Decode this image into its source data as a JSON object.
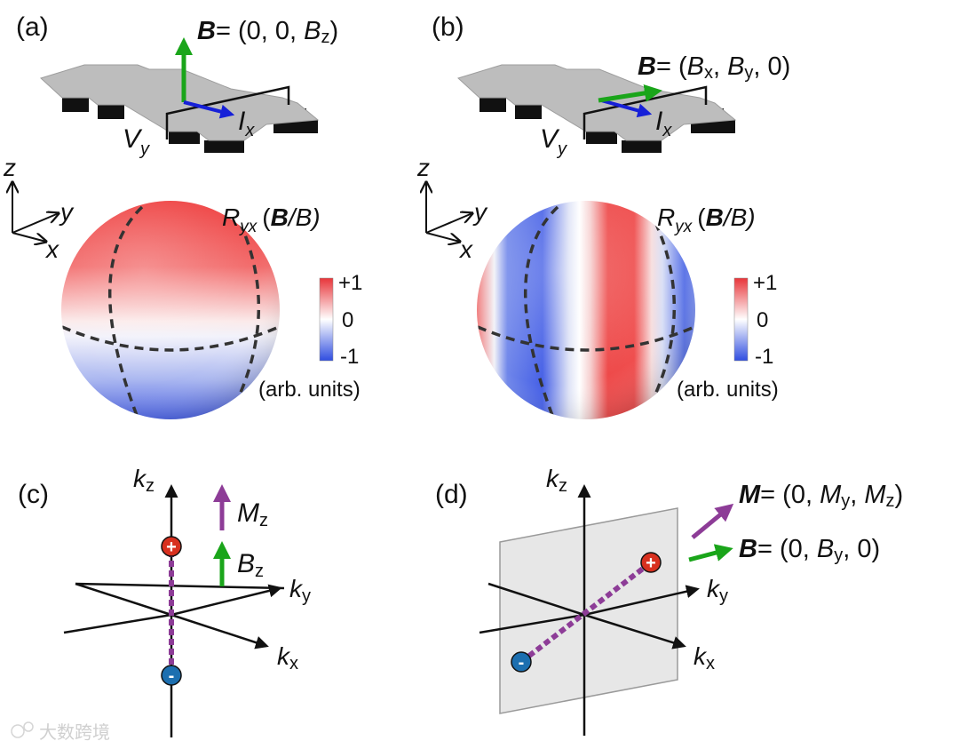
{
  "colors": {
    "red": "#e8353a",
    "blue": "#3b57e0",
    "green": "#1aa51a",
    "arrow_blue": "#1620d8",
    "purple": "#8d3c97",
    "device_gray": "#bdbdbd",
    "plane_gray": "#e3e3e3",
    "plus_red": "#d8301f",
    "minus_blue": "#1c6fb0"
  },
  "panel_a": {
    "label": "(a)",
    "field_B": "B",
    "field_eq": "= (0, 0, ",
    "field_Bz": "B",
    "field_Bz_sub": "z",
    "field_close": ")",
    "Vy": "V",
    "Vy_sub": "y",
    "Ix": "I",
    "Ix_sub": "x",
    "axis_z": "z",
    "axis_y": "y",
    "axis_x": "x",
    "sphere_title_R": "R",
    "sphere_title_sub": "yx",
    "sphere_title_paren": "(",
    "sphere_title_B": "B",
    "sphere_title_rest": "/B)",
    "colorbar_max": "+1",
    "colorbar_mid": "0",
    "colorbar_min": "-1",
    "colorbar_units": "(arb. units)"
  },
  "panel_b": {
    "label": "(b)",
    "field_B": "B",
    "field_eq": "= (",
    "field_Bx": "B",
    "field_Bx_sub": "x",
    "field_comma": ", ",
    "field_By": "B",
    "field_By_sub": "y",
    "field_close": ", 0)",
    "Vy": "V",
    "Vy_sub": "y",
    "Ix": "I",
    "Ix_sub": "x",
    "axis_z": "z",
    "axis_y": "y",
    "axis_x": "x",
    "sphere_title_R": "R",
    "sphere_title_sub": "yx",
    "sphere_title_paren": "(",
    "sphere_title_B": "B",
    "sphere_title_rest": "/B)",
    "colorbar_max": "+1",
    "colorbar_mid": "0",
    "colorbar_min": "-1",
    "colorbar_units": "(arb. units)"
  },
  "panel_c": {
    "label": "(c)",
    "kz": "k",
    "kz_sub": "z",
    "ky": "k",
    "ky_sub": "y",
    "kx": "k",
    "kx_sub": "x",
    "Mz": "M",
    "Mz_sub": "z",
    "Bz": "B",
    "Bz_sub": "z",
    "plus": "+",
    "minus": "-"
  },
  "panel_d": {
    "label": "(d)",
    "kz": "k",
    "kz_sub": "z",
    "ky": "k",
    "ky_sub": "y",
    "kx": "k",
    "kx_sub": "x",
    "M_label": "M",
    "M_eq": "= (0, ",
    "M_My": "M",
    "M_My_sub": "y",
    "M_comma": ", ",
    "M_Mz": "M",
    "M_Mz_sub": "z",
    "M_close": ")",
    "B_label": "B",
    "B_eq": "= (0, ",
    "B_By": "B",
    "B_By_sub": "y",
    "B_close": ", 0)",
    "plus": "+",
    "minus": "-"
  },
  "watermark": "大数跨境"
}
